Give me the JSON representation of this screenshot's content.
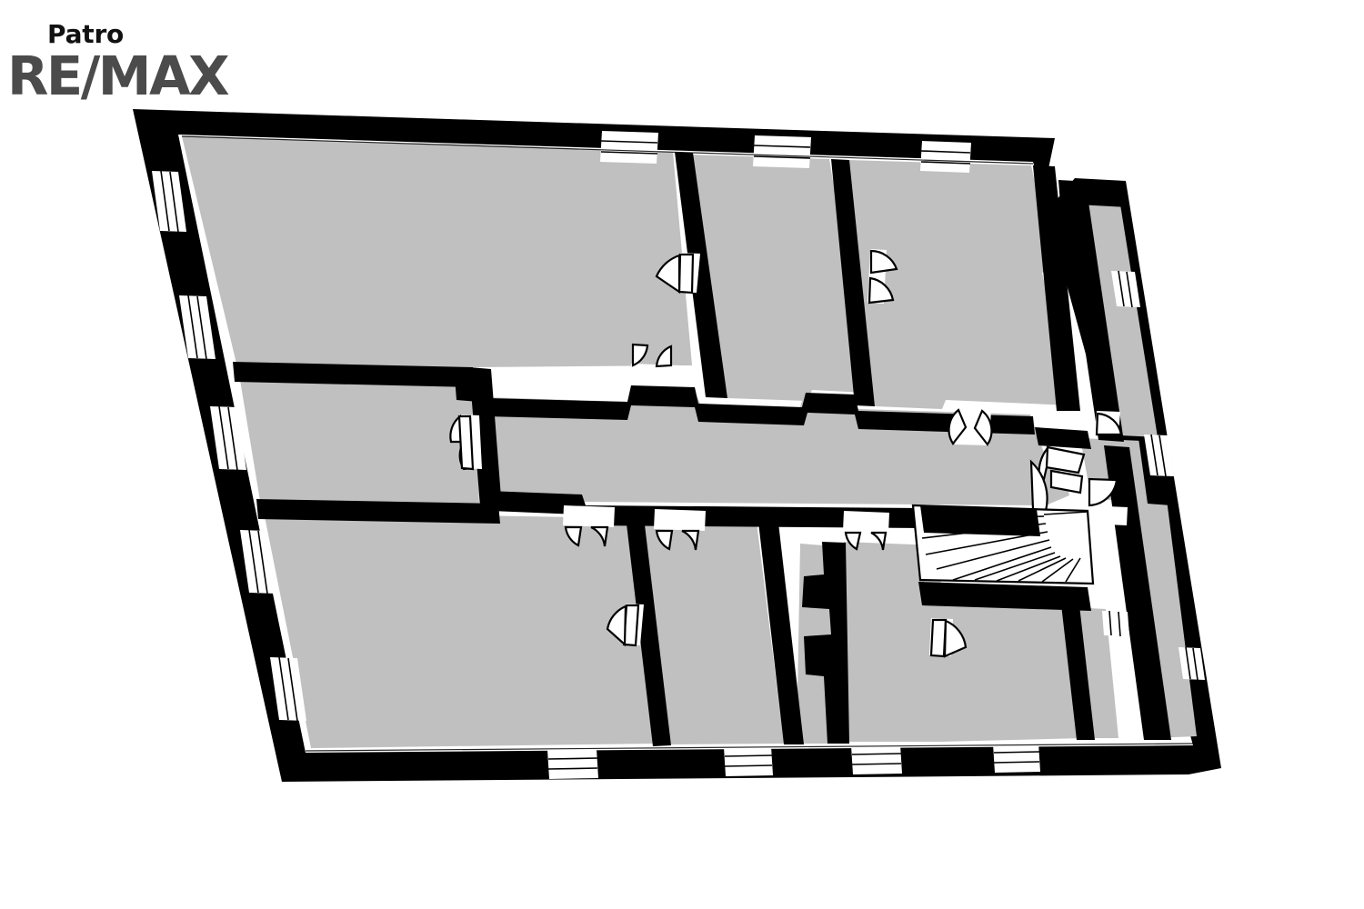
{
  "brand": {
    "floor_label": "Patro",
    "logo_text": "RE/MAX",
    "logo_color": "#4b4b4b",
    "floor_label_color": "#111111"
  },
  "drawing": {
    "title": "Patro",
    "type": "architectural-floor-plan",
    "orientation_note": "plan rotated approximately 4 degrees clockwise",
    "colors": {
      "wall_fill": "#000000",
      "room_fill": "#c0c0c0",
      "opening_fill": "#ffffff",
      "background": "#ffffff"
    },
    "counts": {
      "rooms": 13,
      "windows": 18,
      "doors": 14,
      "staircases": 1
    },
    "rooms": [
      {
        "id": "r1",
        "name": "large-upper-left-room"
      },
      {
        "id": "r2",
        "name": "upper-middle-room"
      },
      {
        "id": "r3",
        "name": "upper-right-room"
      },
      {
        "id": "r4",
        "name": "right-wing-upper-room"
      },
      {
        "id": "r5",
        "name": "middle-left-room"
      },
      {
        "id": "r6",
        "name": "central-corridor"
      },
      {
        "id": "r7",
        "name": "corridor-east-vestibule"
      },
      {
        "id": "r8",
        "name": "right-wing-lower-room"
      },
      {
        "id": "r9",
        "name": "lower-left-large-room"
      },
      {
        "id": "r10",
        "name": "lower-middle-room"
      },
      {
        "id": "r11",
        "name": "lower-center-room"
      },
      {
        "id": "r12",
        "name": "lower-right-bathroom"
      },
      {
        "id": "r13",
        "name": "stair-landing-room"
      }
    ],
    "features": [
      {
        "id": "f1",
        "name": "staircase",
        "label": "winder-stair"
      },
      {
        "id": "f2",
        "name": "double-door",
        "label": "double-leaf-door"
      },
      {
        "id": "f3",
        "name": "single-door",
        "label": "single-leaf-door"
      },
      {
        "id": "f4",
        "name": "window",
        "label": "double-glazed-window"
      }
    ]
  }
}
